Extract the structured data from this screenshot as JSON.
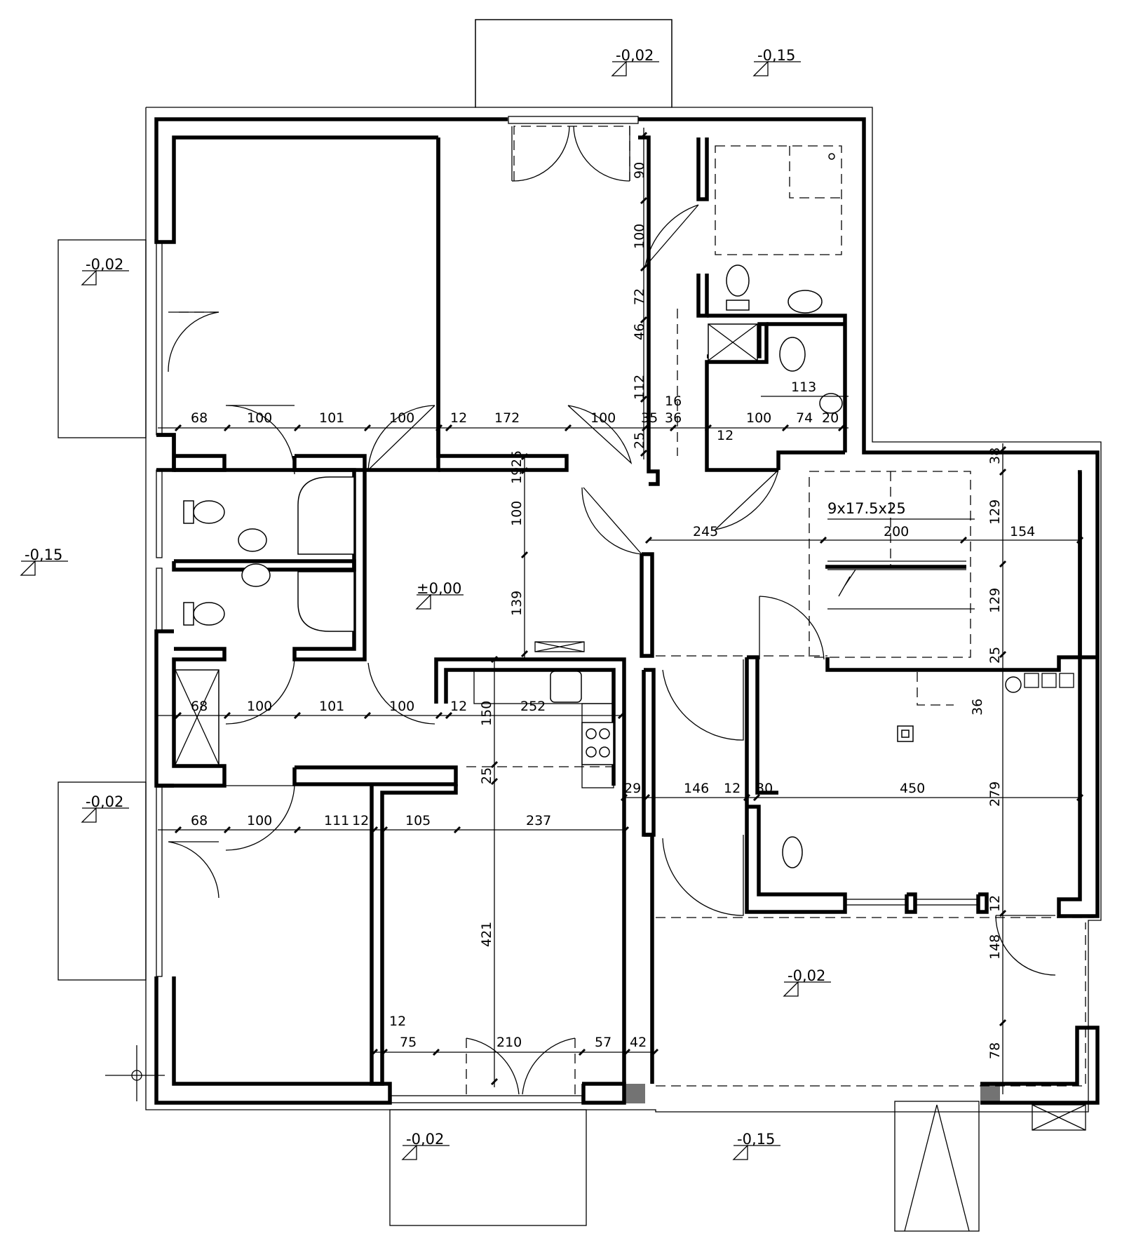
{
  "levels": {
    "main_floor": "±0,00",
    "minus_002": "-0,02",
    "minus_015": "-0,15"
  },
  "stair_spec": "9x17.5x25",
  "dims_horizontal": {
    "row1": [
      "68",
      "100",
      "101",
      "100",
      "12",
      "172",
      "100",
      "35",
      "36",
      "100",
      "74",
      "20"
    ],
    "row1_extra": [
      "16",
      "12",
      "113"
    ],
    "row_hall": [
      "245",
      "200",
      "154"
    ],
    "row2": [
      "68",
      "100",
      "101",
      "100",
      "12",
      "252"
    ],
    "row3": [
      "29",
      "146",
      "12",
      "30",
      "450"
    ],
    "row4": [
      "68",
      "100",
      "111",
      "12",
      "105",
      "237"
    ],
    "row5": [
      "12",
      "75",
      "210",
      "57",
      "42"
    ]
  },
  "dims_vertical": {
    "col_a": [
      "90",
      "100",
      "72",
      "46",
      "112",
      "25"
    ],
    "col_b": [
      "19",
      "25",
      "100",
      "139"
    ],
    "col_c": [
      "150",
      "25",
      "421"
    ],
    "col_d": [
      "38",
      "129",
      "129",
      "25",
      "36"
    ],
    "col_e": [
      "279",
      "12",
      "148",
      "78"
    ]
  }
}
